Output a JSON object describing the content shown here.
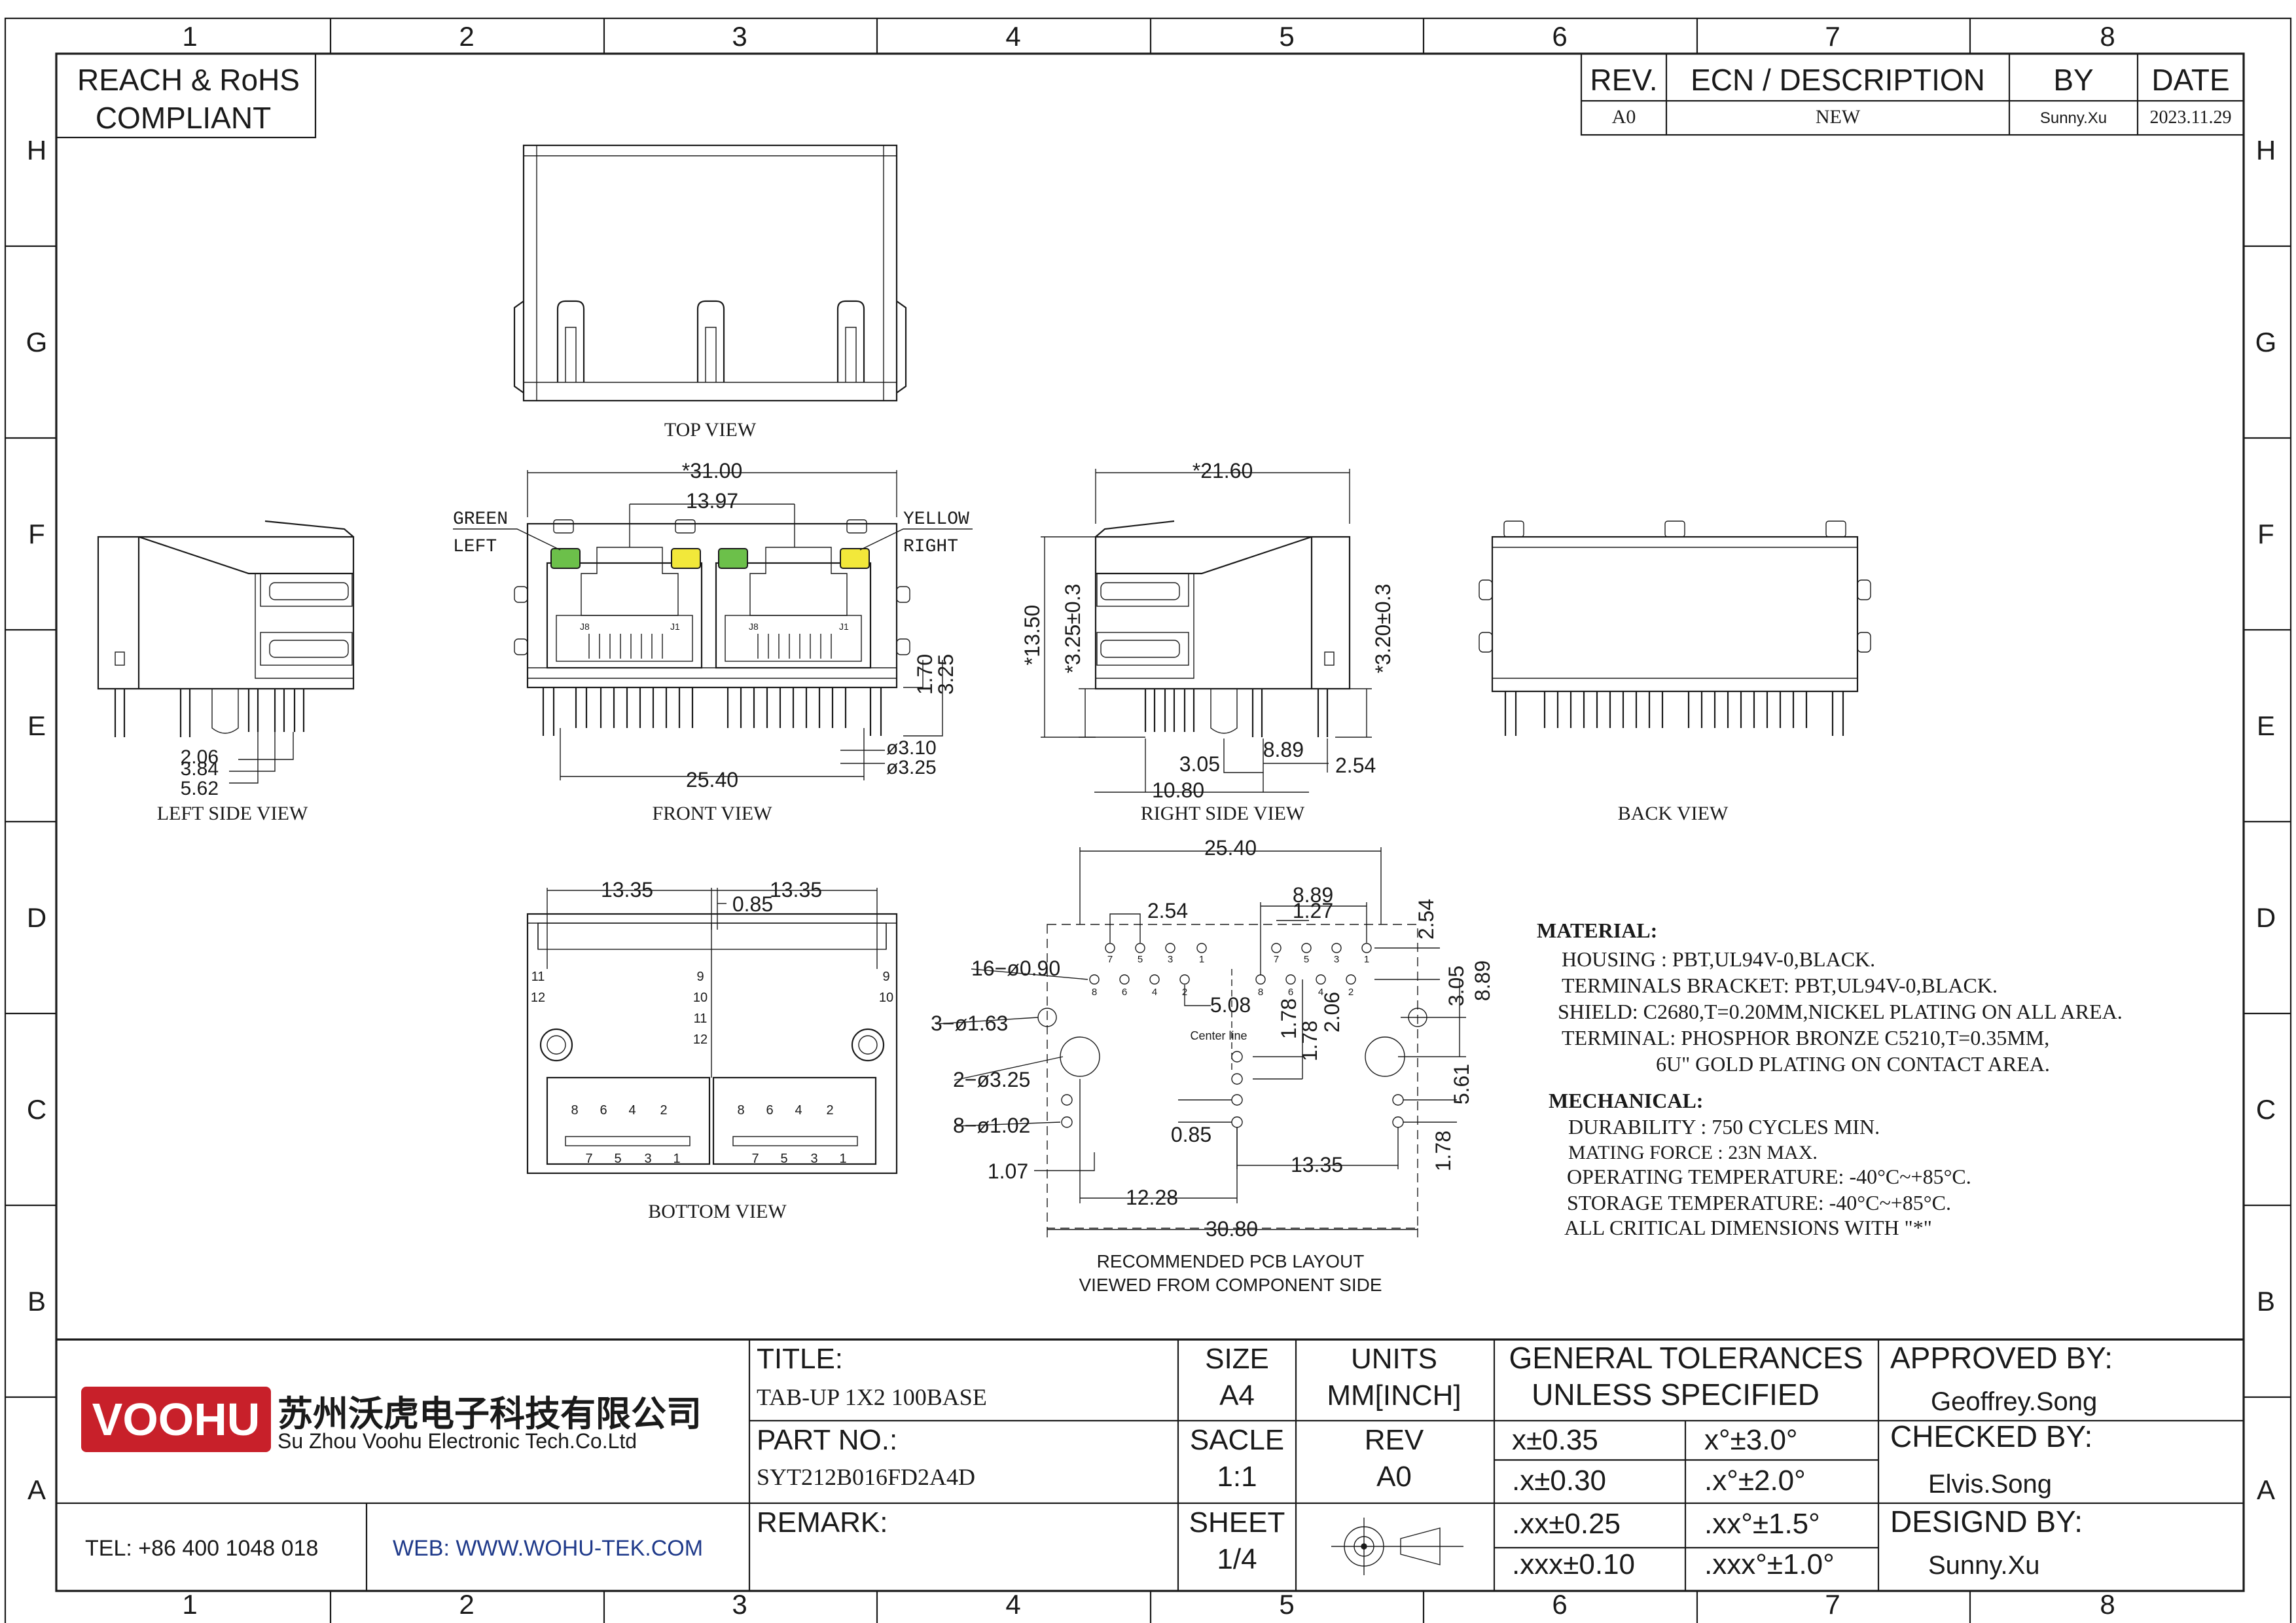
{
  "grid": {
    "cols": [
      "1",
      "2",
      "3",
      "4",
      "5",
      "6",
      "7",
      "8"
    ],
    "rows": [
      "H",
      "G",
      "F",
      "E",
      "D",
      "C",
      "B",
      "A"
    ]
  },
  "compliance": {
    "line1": "REACH & RoHS",
    "line2": "COMPLIANT"
  },
  "revision": {
    "headers": {
      "rev": "REV.",
      "ecn": "ECN / DESCRIPTION",
      "by": "BY",
      "date": "DATE"
    },
    "row": {
      "rev": "A0",
      "ecn": "NEW",
      "by": "Sunny.Xu",
      "date": "2023.11.29"
    }
  },
  "views": {
    "top": "TOP VIEW",
    "left": "LEFT SIDE VIEW",
    "front": "FRONT VIEW",
    "right": "RIGHT SIDE VIEW",
    "back": "BACK VIEW",
    "bottom": "BOTTOM VIEW",
    "pcb_line1": "RECOMMENDED PCB LAYOUT",
    "pcb_line2": "VIEWED FROM COMPONENT SIDE"
  },
  "leds": {
    "green_l1": "GREEN",
    "green_l2": "LEFT",
    "yellow_l1": "YELLOW",
    "yellow_l2": "RIGHT",
    "green_color": "#6cc04a",
    "yellow_color": "#f2e83a"
  },
  "dims": {
    "front": {
      "width": "*31.00",
      "ports": "13.97",
      "pitch": "25.40",
      "h1": "1.70",
      "h2": "3.25",
      "d1": "ø3.10",
      "d2": "ø3.25",
      "j8": "J8",
      "j1": "J1"
    },
    "left": {
      "a": "2.06",
      "b": "3.84",
      "c": "5.62"
    },
    "right": {
      "depth": "*21.60",
      "height": "*13.50",
      "h_left": "*3.25±0.3",
      "h_right": "*3.20±0.3",
      "a": "3.05",
      "b": "8.89",
      "c": "2.54",
      "d": "10.80"
    },
    "bottom": {
      "left": "13.35",
      "right": "13.35",
      "gap": "0.85"
    },
    "pcb": {
      "top": "25.40",
      "p1": "8.89",
      "p2": "1.27",
      "p3": "2.54",
      "p4": "2.54",
      "holes16": "16−ø0.90",
      "holes3": "3−ø1.63",
      "holes2": "2−ø3.25",
      "holes8": "8−ø1.02",
      "v1": "5.08",
      "v2": "1.78",
      "v3": "1.78",
      "v4": "2.06",
      "v5": "3.05",
      "v6": "8.89",
      "v7": "5.61",
      "v8": "1.78",
      "h1": "0.85",
      "h2": "13.35",
      "h3": "1.07",
      "h4": "12.28",
      "bottom": "30.80",
      "center": "Center line"
    }
  },
  "material": {
    "title": "MATERIAL:",
    "lines": [
      "HOUSING : PBT,UL94V-0,BLACK.",
      "TERMINALS BRACKET: PBT,UL94V-0,BLACK.",
      "SHIELD: C2680,T=0.20MM,NICKEL PLATING ON ALL AREA.",
      "TERMINAL: PHOSPHOR BRONZE C5210,T=0.35MM,",
      "6U\" GOLD PLATING ON CONTACT AREA."
    ]
  },
  "mechanical": {
    "title": "MECHANICAL:",
    "lines": [
      "DURABILITY : 750 CYCLES MIN.",
      "MATING FORCE : 23N MAX.",
      "OPERATING TEMPERATURE: -40°C~+85°C.",
      "STORAGE TEMPERATURE: -40°C~+85°C.",
      "ALL CRITICAL DIMENSIONS WITH \"*\""
    ]
  },
  "company": {
    "logo": "VOOHU",
    "brand_color": "#c8202a",
    "name_cn": "苏州沃虎电子科技有限公司",
    "name_en": "Su Zhou Voohu Electronic Tech.Co.Ltd",
    "tel": "TEL: +86 400 1048 018",
    "web": "WEB: WWW.WOHU-TEK.COM",
    "web_color": "#1f3a8a"
  },
  "title_block": {
    "title_label": "TITLE:",
    "title_value": "TAB-UP 1X2 100BASE",
    "part_label": "PART NO.:",
    "part_value": "SYT212B016FD2A4D",
    "remark_label": "REMARK:",
    "size_label": "SIZE",
    "size_value": "A4",
    "units_label": "UNITS",
    "units_value": "MM[INCH]",
    "scale_label": "SACLE",
    "scale_value": "1:1",
    "rev_label": "REV",
    "rev_value": "A0",
    "sheet_label": "SHEET",
    "sheet_value": "1/4",
    "tol_title1": "GENERAL TOLERANCES",
    "tol_title2": "UNLESS SPECIFIED",
    "tol": [
      [
        "x±0.35",
        "x°±3.0°"
      ],
      [
        ".x±0.30",
        ".x°±2.0°"
      ],
      [
        ".xx±0.25",
        ".xx°±1.5°"
      ],
      [
        ".xxx±0.10",
        ".xxx°±1.0°"
      ]
    ],
    "approved_label": "APPROVED BY:",
    "approved_value": "Geoffrey.Song",
    "checked_label": "CHECKED BY:",
    "checked_value": "Elvis.Song",
    "designed_label": "DESIGND BY:",
    "designed_value": "Sunny.Xu"
  }
}
